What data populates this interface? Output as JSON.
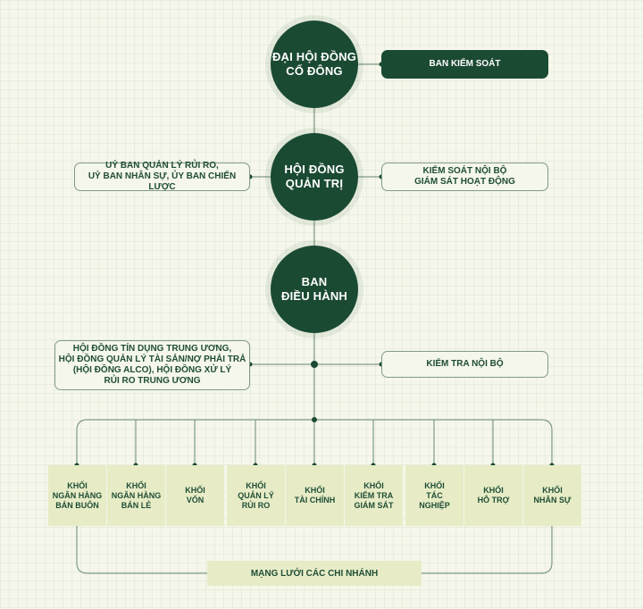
{
  "nodes": {
    "shareholders": "ĐẠI HỘI ĐỒNG\nCỔ ĐÔNG",
    "supervisory_board": "BAN KIỂM SOÁT",
    "board_of_directors": "HỘI ĐỒNG\nQUẢN TRỊ",
    "board_committees": "UỶ BAN QUẢN LÝ RỦI RO,\nUỶ BAN NHÂN SỰ, ỦY BAN CHIẾN LƯỢC",
    "internal_control": "KIỂM SOÁT NỘI BỘ\nGIÁM SÁT HOẠT ĐỘNG",
    "executive_board": "BAN\nĐIỀU HÀNH",
    "executive_councils": "HỘI ĐỒNG TÍN DỤNG TRUNG ƯƠNG,\nHỘI ĐỒNG QUẢN LÝ TÀI SẢN/NỢ PHẢI TRẢ\n(HỘI ĐỒNG ALCO), HỘI ĐỒNG XỬ LÝ\nRỦI RO TRUNG ƯƠNG",
    "internal_audit": "KIỂM TRA NỘI BỘ"
  },
  "departments": [
    "KHỐI\nNGÂN HÀNG\nBÁN BUÔN",
    "KHỐI\nNGÂN HÀNG\nBÁN LẺ",
    "KHỐI\nVỐN",
    "KHỐI\nQUẢN LÝ\nRỦI RO",
    "KHỐI\nTÀI CHÍNH",
    "KHỐI\nKIỂM TRA\nGIÁM SÁT",
    "KHỐI\nTÁC\nNGHIỆP",
    "KHỐI\nHỖ TRỢ",
    "KHỐI\nNHÂN SỰ"
  ],
  "branch_network": "MẠNG LƯỚI CÁC CHI NHÁNH",
  "colors": {
    "primary": "#1b4a33",
    "department_fill": "#e7ecc6",
    "background": "#f5f7ea",
    "connector": "#7f9a86"
  }
}
